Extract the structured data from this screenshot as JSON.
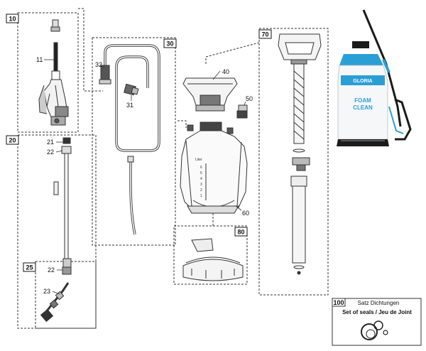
{
  "groups": {
    "g10": "10",
    "g20": "20",
    "g25": "25",
    "g30": "30",
    "g70": "70",
    "g80": "80"
  },
  "callouts": {
    "c11": "11",
    "c21": "21",
    "c22a": "22",
    "c22b": "22",
    "c23": "23",
    "c31": "31",
    "c32": "32",
    "c40": "40",
    "c50": "50",
    "c60": "60"
  },
  "tank_scale": {
    "unit": "Liter",
    "marks": [
      "6",
      "5",
      "4",
      "3",
      "2",
      "1"
    ]
  },
  "product": {
    "brand": "GLORIA",
    "name_line1": "FOAM",
    "name_line2": "CLEAN"
  },
  "seals": {
    "number": "100",
    "line1": "Satz Dichtungen",
    "line2": "Set of seals / Jeu de Joint"
  },
  "colors": {
    "line": "#333333",
    "accent": "#2a9fd6",
    "dark": "#1b1b1b",
    "grey": "#9a9a9a"
  }
}
